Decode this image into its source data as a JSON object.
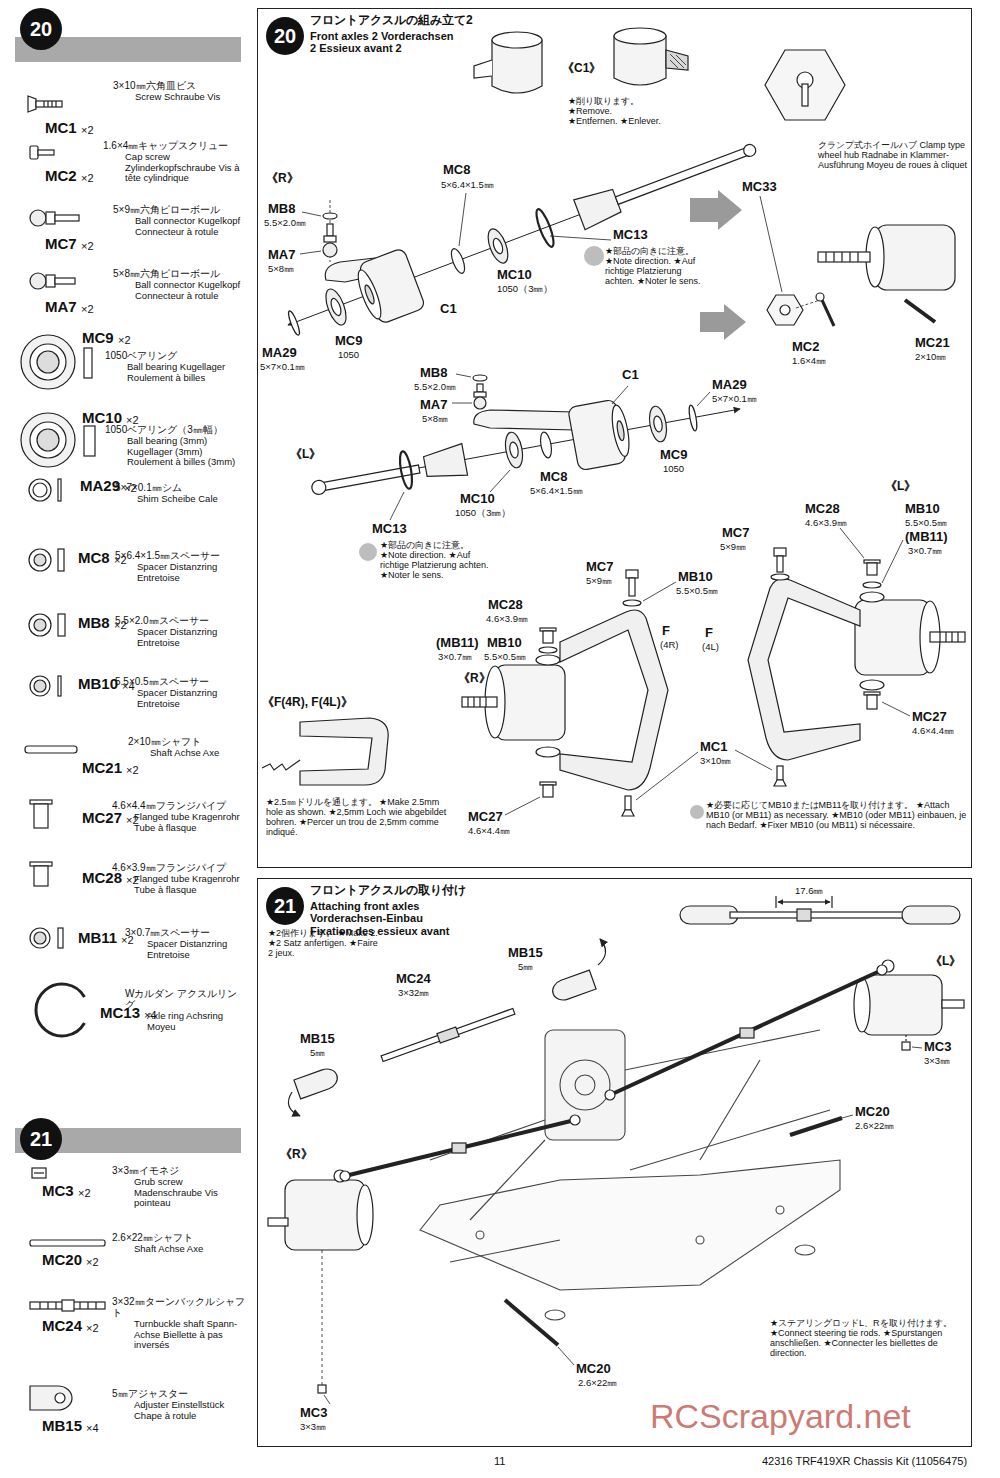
{
  "diagram": {
    "nodes": [
      {
        "text": [
          "20"
        ]
      },
      {
        "text": [
          "21"
        ]
      },
      {
        "text": [
          "フロントアクスルの組み立て2",
          "Front axles 2 Vorderachsen 2 Essieux avant 2"
        ]
      },
      {
        "text": [
          "20"
        ],
        "in": 2
      },
      {
        "text": [
          "フロントアクスルの取り付け",
          "Attaching front axles Vorderachsen-Einbau Fixation des essieux avant"
        ]
      },
      {
        "text": [
          "21"
        ],
        "in": 4
      }
    ],
    "labels": [
      "MC1",
      "×2",
      "3×10㎜六角皿ビス",
      "Screw Schraube Vis",
      "MC2",
      "×2",
      "1.6×4㎜キャップスクリュー",
      "Cap screw Zylinderkopfschraube Vis à tête cylindrique",
      "MC7",
      "×2",
      "5×9㎜六角ピローボール",
      "Ball connector Kugelkopf Connecteur à rotule",
      "MA7",
      "×2",
      "5×8㎜六角ピローボール",
      "Ball connector Kugelkopf Connecteur à rotule",
      "MC9",
      "×2",
      "1050ベアリング",
      "Ball bearing Kugellager Roulement à billes",
      "MC10",
      "×2",
      "1050ベアリング（3㎜幅）",
      "Ball bearing (3mm) Kugellager (3mm) Roulement à billes (3mm)",
      "MA29",
      "×2",
      "5×7×0.1㎜シム",
      "Shim Scheibe Cale",
      "MC8",
      "×2",
      "5×6.4×1.5㎜スペーサー",
      "Spacer Distanzring Entretoise",
      "MB8",
      "×2",
      "5.5×2.0㎜スペーサー",
      "Spacer Distanzring Entretoise",
      "MB10",
      "×4",
      "5.5×0.5㎜スペーサー",
      "Spacer Distanzring Entretoise",
      "MC21",
      "×2",
      "2×10㎜シャフト",
      "Shaft Achse Axe",
      "MC27",
      "×2",
      "4.6×4.4㎜フランジパイプ",
      "Flanged tube Kragenrohr Tube à flasque",
      "MC28",
      "×2",
      "4.6×3.9㎜フランジパイプ",
      "Flanged tube Kragenrohr Tube à flasque",
      "MB11",
      "×2",
      "3×0.7㎜スペーサー",
      "Spacer Distanzring Entretoise",
      "MC13",
      "×4",
      "Wカルダン アクスルリング",
      "Axle ring Achsring Moyeu",
      "MC3",
      "×2",
      "3×3㎜イモネジ",
      "Grub screw Madenschraube Vis pointeau",
      "MC20",
      "×2",
      "2.6×22㎜シャフト",
      "Shaft Achse Axe",
      "MC24",
      "×2",
      "3×32㎜ターンバックルシャフト",
      "Turnbuckle shaft Spann-Achse Biellette à pas inversés",
      "MB15",
      "×4",
      "5㎜アジャスター",
      "Adjuster Einstellstück Chape à rotule",
      "《C1》",
      "★削り取ります。 ★Remove. ★Entfernen. ★Enlever.",
      "クランプ式ホイールハブ Clamp type wheel hub Radnabe in Klammer-Ausführung Moyeu de roues à cliquet",
      "MC33",
      "《R》",
      "MC8",
      "5×6.4×1.5㎜",
      "MB8",
      "5.5×2.0㎜",
      "MA7",
      "5×8㎜",
      "MC13",
      "★部品の向きに注意。 ★Note direction. ★Auf richtige Platzierung achten. ★Noter le sens.",
      "MC10",
      "1050（3㎜）",
      "MC9",
      "1050",
      "MA29",
      "5×7×0.1㎜",
      "C1",
      "MC2",
      "1.6×4㎜",
      "MC21",
      "2×10㎜",
      "C1",
      "MB8",
      "5.5×2.0㎜",
      "MA7",
      "5×8㎜",
      "MC9",
      "1050",
      "MA29",
      "5×7×0.1㎜",
      "MC8",
      "5×6.4×1.5㎜",
      "MC10",
      "1050（3㎜）",
      "《L》",
      "MC13",
      "★部品の向きに注意。 ★Note direction. ★Auf richtige Platzierung achten. ★Noter le sens.",
      "《L》",
      "MC28",
      "4.6×3.9㎜",
      "MB10",
      "5.5×0.5㎜",
      "(MB11)",
      "3×0.7㎜",
      "MC7",
      "5×9㎜",
      "MC7",
      "5×9㎜",
      "MB10",
      "5.5×0.5㎜",
      "MC28",
      "4.6×3.9㎜",
      "(MB11)",
      "MB10",
      "3×0.7㎜",
      "5.5×0.5㎜",
      "F",
      "(4R)",
      "F",
      "(4L)",
      "MC27",
      "4.6×4.4㎜",
      "《F(4R), F(4L)》",
      "《R》",
      "MC1",
      "3×10㎜",
      "MC27",
      "4.6×4.4㎜",
      "★2.5㎜ドリルを通します。 ★Make 2.5mm hole as shown. ★2,5mm Loch wie abgebildet bohren. ★Percer un trou de 2,5mm comme indiqué.",
      "★必要に応じてMB10またはMB11を取り付けます。 ★Attach MB10 (or MB11) as necessary. ★MB10 (oder MB11) einbauen, je nach Bedarf. ★Fixer MB10 (ou MB11) si nécessaire.",
      "★2個作ります。 ★Make 2. ★2 Satz anfertigen. ★Faire 2 jeux.",
      "MB15",
      "5㎜",
      "MC24",
      "3×32㎜",
      "MB15",
      "5㎜",
      "17.6㎜",
      "《L》",
      "MC3",
      "3×3㎜",
      "MC20",
      "2.6×22㎜",
      "《R》",
      "★ステアリングロッドL、Rを取り付けます。 ★Connect steering tie rods. ★Spurstangen anschließen. ★Connecter les biellettes de direction.",
      "MC20",
      "2.6×22㎜",
      "MC3",
      "3×3㎜",
      "11",
      "42316 TRF419XR Chassis Kit (11056475)",
      "RCScrapyard.net"
    ]
  }
}
